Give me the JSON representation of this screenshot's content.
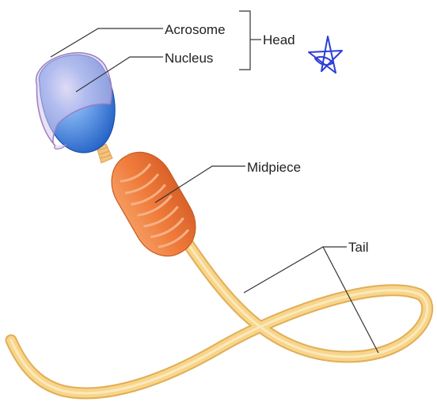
{
  "labels": {
    "acrosome": "Acrosome",
    "nucleus": "Nucleus",
    "head": "Head",
    "midpiece": "Midpiece",
    "tail": "Tail"
  },
  "colors": {
    "acrosome_fill": "#d9c6ec",
    "acrosome_stroke": "#9a7cc4",
    "nucleus": "#2f6fd0",
    "nucleus_highlight": "#cfe3ff",
    "midpiece": "#f07a3c",
    "midpiece_rings": "#f4a575",
    "tail": "#f7cf7a",
    "tail_edge": "#e2ae55",
    "leader_line": "#333333",
    "star_ink": "#2c3fd6"
  },
  "annotation": {
    "handwritten_star": "star-doodle"
  }
}
